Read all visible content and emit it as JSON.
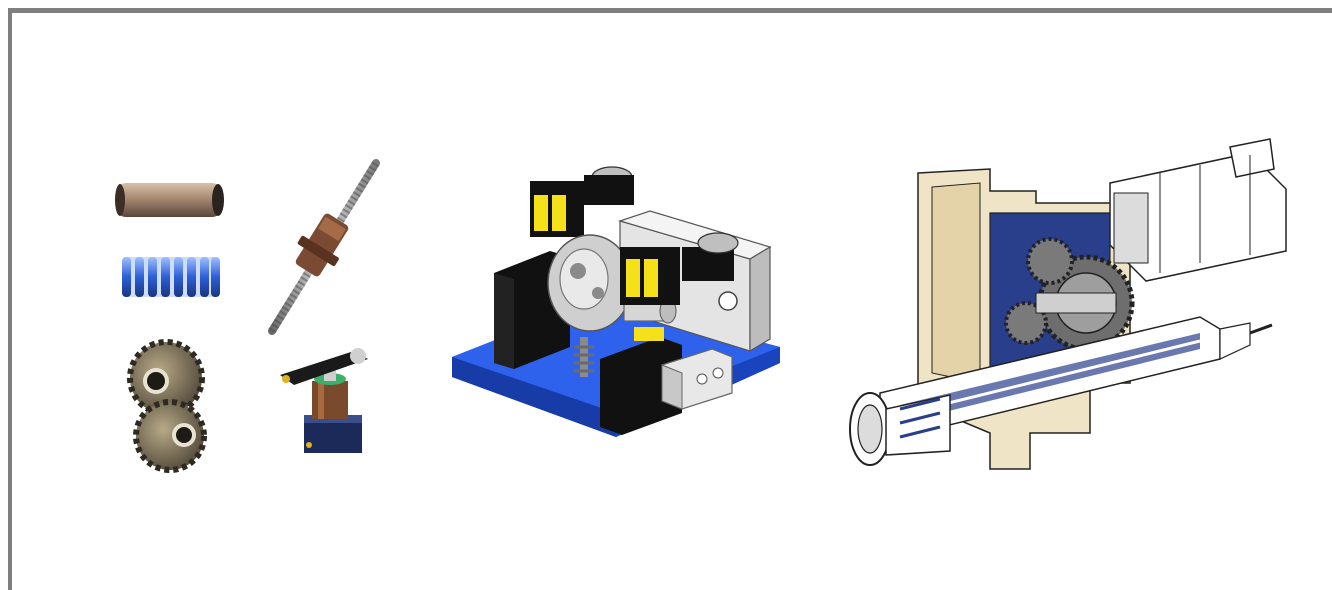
{
  "illustrations": [
    {
      "name": "machine-components",
      "items": [
        "dowel-pin",
        "compression-spring",
        "helical-gears",
        "ball-screw",
        "swing-clamp"
      ]
    },
    {
      "name": "fixture-assembly"
    },
    {
      "name": "spindle-gearbox-cutaway"
    }
  ],
  "colors": {
    "frame_border": "#7f7f7f",
    "fixture_base": "#1f4fd6",
    "fixture_block": "#111111",
    "fixture_accent": "#f5e11a",
    "cutaway_body": "#f0e4c6",
    "cutaway_shade": "#2a3f8c"
  }
}
